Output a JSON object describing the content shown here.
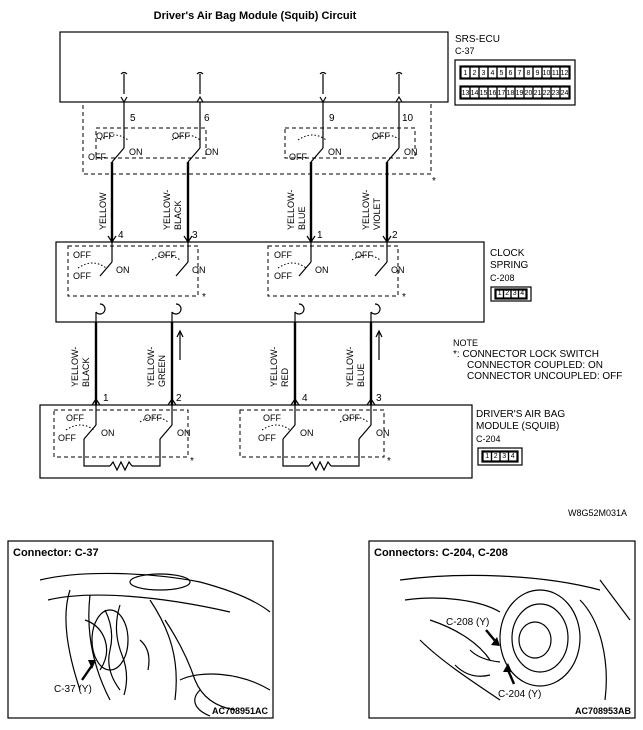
{
  "title": "Driver's Air Bag Module (Squib) Circuit",
  "srs_ecu": {
    "name": "SRS-ECU",
    "connector": "C-37",
    "pins_top": [
      "1",
      "2",
      "3",
      "4",
      "5",
      "6",
      "7",
      "8",
      "9",
      "10",
      "11",
      "12"
    ],
    "pins_bottom": [
      "13",
      "14",
      "15",
      "16",
      "17",
      "18",
      "19",
      "20",
      "21",
      "22",
      "23",
      "24"
    ],
    "terminals": [
      "5",
      "6",
      "9",
      "10"
    ]
  },
  "clock_spring": {
    "name_line1": "CLOCK",
    "name_line2": "SPRING",
    "connector": "C-208",
    "pins": [
      "1",
      "2",
      "3",
      "4"
    ],
    "terminals": [
      "4",
      "3",
      "1",
      "2"
    ]
  },
  "module": {
    "name_line1": "DRIVER'S AIR BAG",
    "name_line2": "MODULE (SQUIB)",
    "connector": "C-204",
    "pins": [
      "1",
      "2",
      "3",
      "4"
    ],
    "terminals": [
      "1",
      "2",
      "4",
      "3"
    ]
  },
  "switch": {
    "off": "OFF",
    "on": "ON"
  },
  "asterisk": "*",
  "wires_upper": [
    {
      "l1": "YELLOW",
      "l2": ""
    },
    {
      "l1": "YELLOW-",
      "l2": "BLACK"
    },
    {
      "l1": "YELLOW-",
      "l2": "BLUE"
    },
    {
      "l1": "YELLOW-",
      "l2": "VIOLET"
    }
  ],
  "wires_lower": [
    {
      "l1": "YELLOW-",
      "l2": "BLACK"
    },
    {
      "l1": "YELLOW-",
      "l2": "GREEN"
    },
    {
      "l1": "YELLOW-",
      "l2": "RED"
    },
    {
      "l1": "YELLOW-",
      "l2": "BLUE"
    }
  ],
  "note": {
    "heading": "NOTE",
    "line1": "*: CONNECTOR LOCK SWITCH",
    "line2": "CONNECTOR COUPLED: ON",
    "line3": "CONNECTOR UNCOUPLED: OFF"
  },
  "figure_code": "W8G52M031A",
  "panel_left": {
    "title": "Connector: C-37",
    "callout": "C-37 (Y)",
    "code": "AC708951AC"
  },
  "panel_right": {
    "title": "Connectors: C-204, C-208",
    "callout_a": "C-208 (Y)",
    "callout_b": "C-204 (Y)",
    "code": "AC708953AB"
  }
}
